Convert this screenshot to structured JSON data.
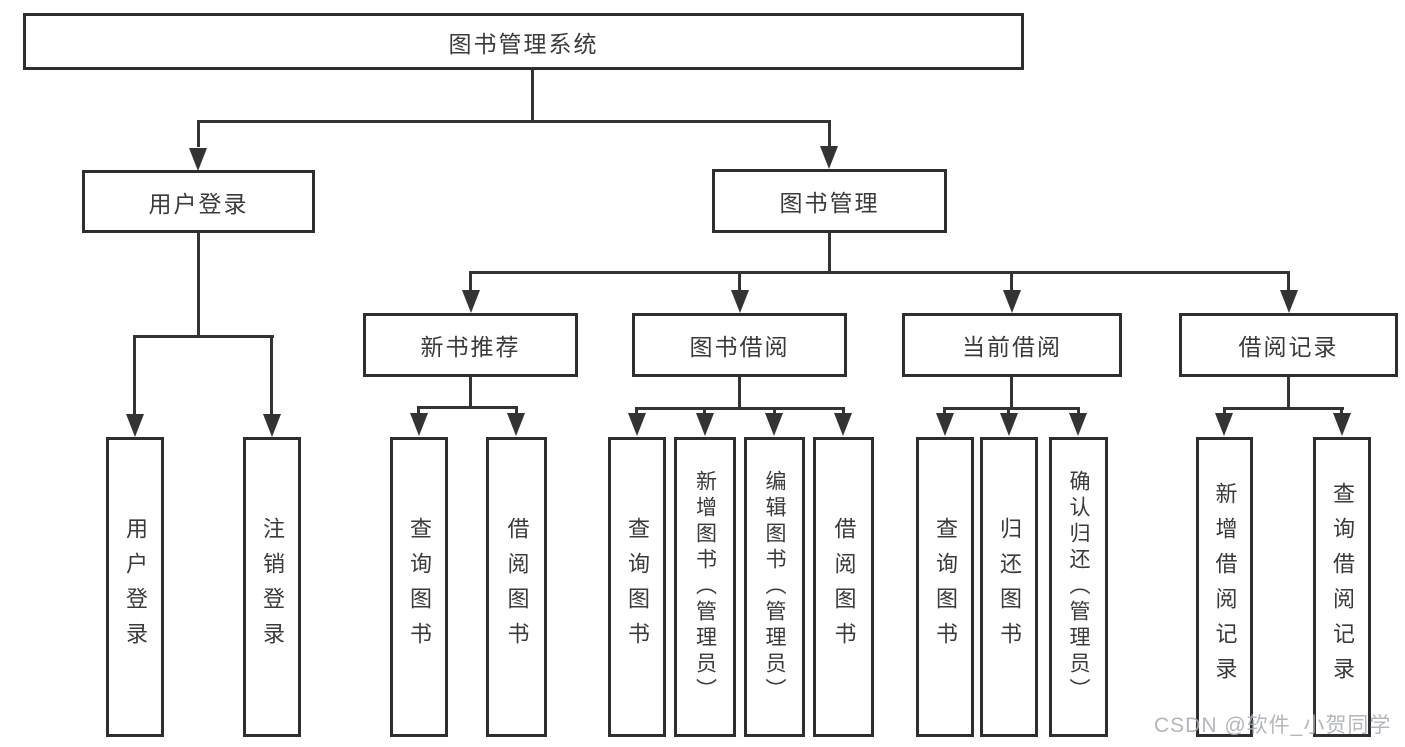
{
  "tree": {
    "root": {
      "label": "图书管理系统"
    },
    "user_login": {
      "label": "用户登录",
      "children": {
        "login": {
          "label": "用户登录"
        },
        "logout": {
          "label": "注销登录"
        }
      }
    },
    "book_mgmt": {
      "label": "图书管理",
      "sections": {
        "new_books": {
          "label": "新书推荐",
          "children": {
            "query": {
              "label": "查询图书"
            },
            "borrow": {
              "label": "借阅图书"
            }
          }
        },
        "borrowing": {
          "label": "图书借阅",
          "children": {
            "query": {
              "label": "查询图书"
            },
            "add": {
              "label": "新增图书（管理员）"
            },
            "edit": {
              "label": "编辑图书（管理员）"
            },
            "borrow": {
              "label": "借阅图书"
            }
          }
        },
        "current": {
          "label": "当前借阅",
          "children": {
            "query": {
              "label": "查询图书"
            },
            "return_book": {
              "label": "归还图书"
            },
            "confirm": {
              "label": "确认归还（管理员）"
            }
          }
        },
        "records": {
          "label": "借阅记录",
          "children": {
            "add": {
              "label": "新增借阅记录"
            },
            "query": {
              "label": "查询借阅记录"
            }
          }
        }
      }
    }
  },
  "watermark": "CSDN @软件_小贺同学",
  "colors": {
    "line": "#333333",
    "text": "#3a3a3a",
    "border": "#2e2e2e",
    "background": "#ffffff",
    "watermark": "#a8acb2"
  }
}
